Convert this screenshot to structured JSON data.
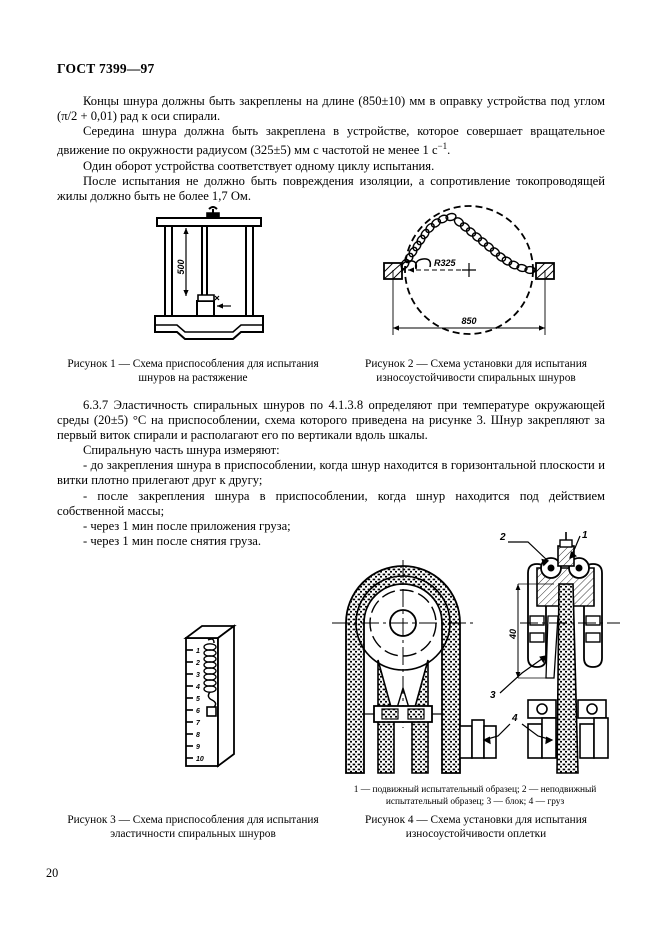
{
  "document": {
    "standard_header": "ГОСТ 7399—97",
    "page_number": "20"
  },
  "intro_paragraphs": [
    "Концы шнура должны быть закреплены на длине (850±10) мм в оправку устройства под углом (π/2 + 0,01) рад к оси спирали.",
    "Середина шнура должна быть закреплена в устройстве, которое совершает вращательное движение по окружности радиусом (325±5) мм с частотой не менее 1 с",
    "Один оборот устройства соответствует одному циклу испытания.",
    "После испытания не должно быть повреждения изоляции, а сопротивление токопроводящей жилы должно быть не более 1,7 Ом."
  ],
  "intro_superscript": "−1",
  "intro_tail": ".",
  "section_637": {
    "paragraphs": [
      "6.3.7 Эластичность спиральных шнуров по 4.1.3.8 определяют при температуре окружающей среды (20±5) °C на приспособлении, схема которого приведена на рисунке 3. Шнур закрепляют за первый виток спирали и располагают его по вертикали вдоль шкалы.",
      "Спиральную часть шнура измеряют:",
      "- до закрепления шнура в приспособлении, когда шнур находится в горизонтальной плоскости и витки плотно прилегают друг к другу;",
      "- после закрепления шнура в приспособлении, когда шнур находится под действием собственной массы;",
      "- через 1 мин после приложения груза;",
      "- через 1 мин после снятия груза."
    ]
  },
  "figures": {
    "fig1": {
      "caption_line1": "Рисунок 1 — Схема приспособления для испытания",
      "caption_line2": "шнуров на растяжение",
      "dimension": "500"
    },
    "fig2": {
      "caption_line1": "Рисунок 2 — Схема установки для испытания",
      "caption_line2": "износоустойчивости спиральных шнуров",
      "radius_label": "R325",
      "width_label": "850"
    },
    "fig3": {
      "caption_line1": "Рисунок 3 — Схема приспособления для испытания",
      "caption_line2": "эластичности спиральных шнуров",
      "scale_marks": [
        "1",
        "2",
        "3",
        "4",
        "5",
        "6",
        "7",
        "8",
        "9",
        "10"
      ]
    },
    "fig4": {
      "caption_line1": "Рисунок 4 — Схема установки для испытания",
      "caption_line2": "износоустойчивости оплетки",
      "legend_line1": "1 — подвижный испытательный образец; 2 — неподвижный",
      "legend_line2": "испытательный образец; 3 — блок; 4 — груз",
      "callouts": [
        "1",
        "2",
        "3",
        "4"
      ],
      "dimension": "40"
    }
  },
  "colors": {
    "ink": "#000000",
    "paper": "#ffffff"
  }
}
